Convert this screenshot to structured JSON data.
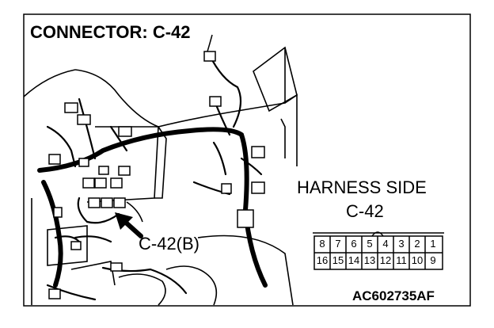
{
  "title": "CONNECTOR: C-42",
  "harness_side": {
    "line1": "HARNESS SIDE",
    "line2": "C-42"
  },
  "callout_label": "C-42(B)",
  "figure_code": "AC602735AF",
  "connector_pins": {
    "top_row": [
      "8",
      "7",
      "6",
      "5",
      "4",
      "3",
      "2",
      "1"
    ],
    "bottom_row": [
      "16",
      "15",
      "14",
      "13",
      "12",
      "11",
      "10",
      "9"
    ]
  },
  "colors": {
    "line": "#000000",
    "background": "#ffffff"
  }
}
